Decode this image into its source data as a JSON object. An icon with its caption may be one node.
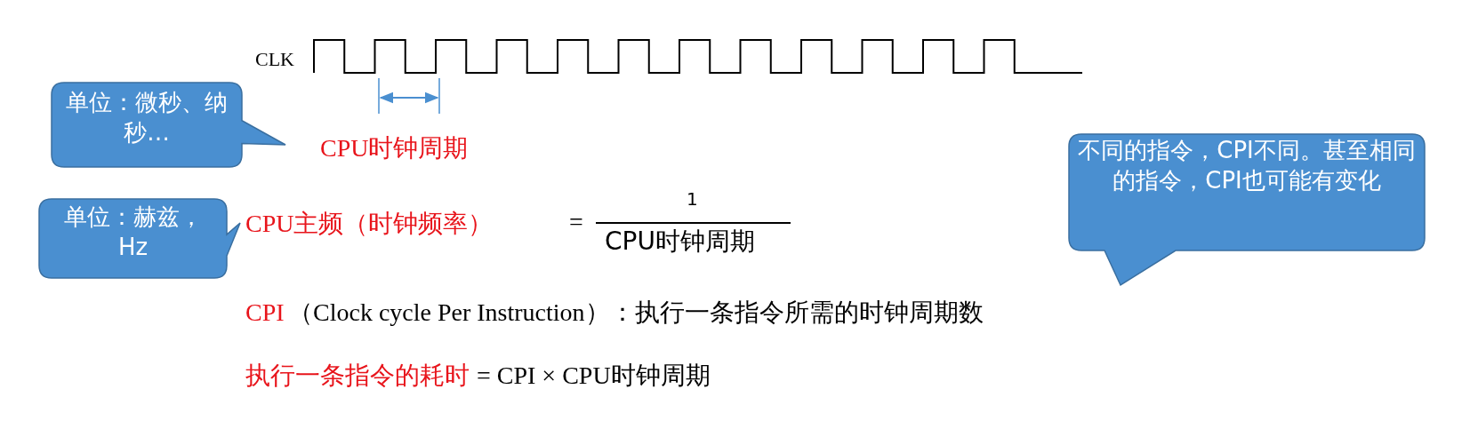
{
  "diagram": {
    "nodes": [
      {
        "text": [
          "单位：微秒、纳秒…"
        ]
      },
      {
        "text": [
          "单位：赫兹，Hz"
        ]
      },
      {
        "text": [
          "不同的指令，CPI不同。甚至相同的指令，CPI也可能有变化"
        ]
      }
    ],
    "edges": [],
    "labels": [
      "CLK",
      "CPU时钟周期",
      "CPU主频（时钟频率）",
      "=",
      "1",
      "CPU时钟周期",
      "CPI",
      "（Clock cycle Per Instruction）：执行一条指令所需的时钟周期数",
      "执行一条指令的耗时",
      "= CPI × CPU时钟周期"
    ]
  }
}
